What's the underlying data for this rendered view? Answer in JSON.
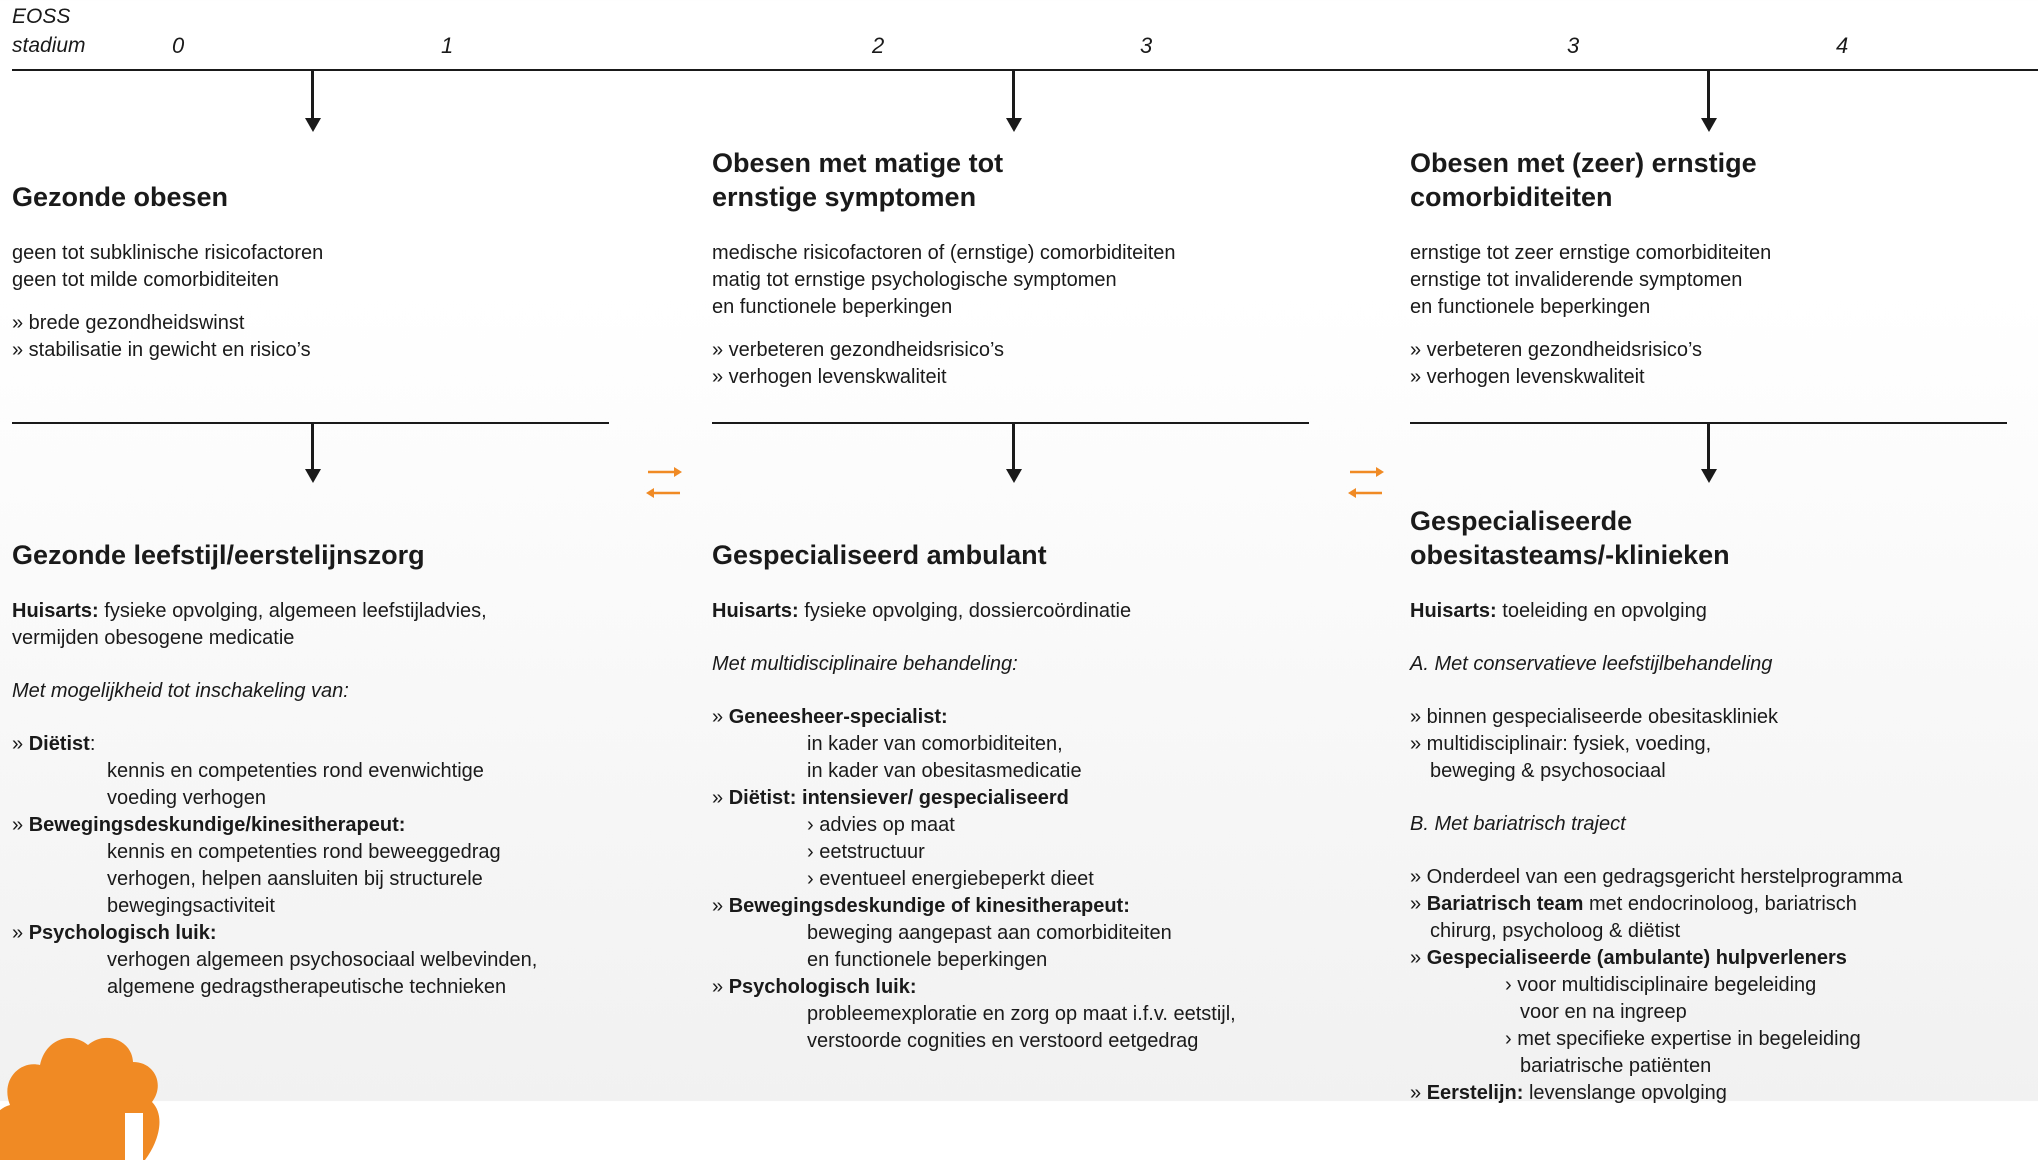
{
  "axis": {
    "label_line1": "EOSS",
    "label_line2": "stadium",
    "stages": [
      "0",
      "1",
      "2",
      "3",
      "3",
      "4"
    ]
  },
  "colors": {
    "accent": "#f08a24",
    "text": "#1a1a1a"
  },
  "icons": [
    "arrow-down-icon",
    "exchange-arrows-icon",
    "logo-shape-icon"
  ],
  "columns": [
    {
      "title": "Gezonde obesen",
      "desc": [
        "geen tot subklinische risicofactoren",
        "geen tot milde comorbiditeiten"
      ],
      "goals": [
        "» brede gezondheidswinst",
        "» stabilisatie in gewicht en risico’s"
      ],
      "care_title": "Gezonde leefstijl/eerstelijnszorg",
      "huisarts_label": "Huisarts:",
      "huisarts_text": " fysieke opvolging, algemeen leefstijladvies,",
      "huisarts_text2": "vermijden obesogene medicatie",
      "intro": "Met mogelijkheid tot inschakeling van:",
      "items": [
        {
          "bullet": "» ",
          "label": "Diëtist",
          "suffix": ":",
          "lines": [
            "kennis en competenties rond evenwichtige",
            "voeding verhogen"
          ]
        },
        {
          "bullet": "» ",
          "label": "Bewegingsdeskundige/kinesitherapeut:",
          "suffix": "",
          "lines": [
            "kennis en competenties rond beweeggedrag",
            "verhogen, helpen aansluiten bij structurele",
            "bewegingsactiviteit"
          ]
        },
        {
          "bullet": "» ",
          "label": "Psychologisch luik:",
          "suffix": "",
          "lines": [
            "verhogen algemeen psychosociaal welbevinden,",
            "algemene gedragstherapeutische technieken"
          ]
        }
      ]
    },
    {
      "title_line1": "Obesen met matige tot",
      "title_line2": "ernstige symptomen",
      "desc": [
        "medische risicofactoren of (ernstige) comorbiditeiten",
        "matig tot ernstige psychologische symptomen",
        "en functionele beperkingen"
      ],
      "goals": [
        "» verbeteren gezondheidsrisico’s",
        "» verhogen levenskwaliteit"
      ],
      "care_title": "Gespecialiseerd ambulant",
      "huisarts_label": "Huisarts:",
      "huisarts_text": " fysieke opvolging, dossiercoördinatie",
      "intro": "Met multidisciplinaire behandeling:",
      "items": [
        {
          "bullet": "» ",
          "label": "Geneesheer-specialist:",
          "lines": [
            "in kader van comorbiditeiten,",
            "in kader van obesitasmedicatie"
          ]
        },
        {
          "bullet": "» ",
          "label": "Diëtist: intensiever/ gespecialiseerd",
          "lines": [
            "› advies op maat",
            "› eetstructuur",
            "› eventueel energiebeperkt dieet"
          ]
        },
        {
          "bullet": "» ",
          "label": "Bewegingsdeskundige of kinesitherapeut:",
          "lines": [
            "beweging aangepast aan comorbiditeiten",
            "en functionele beperkingen"
          ]
        },
        {
          "bullet": "» ",
          "label": "Psychologisch luik:",
          "lines": [
            "probleemexploratie en zorg op maat i.f.v. eetstijl,",
            "verstoorde cognities en verstoord eetgedrag"
          ]
        }
      ]
    },
    {
      "title_line1": "Obesen met (zeer) ernstige",
      "title_line2": "comorbiditeiten",
      "desc": [
        "ernstige tot zeer ernstige comorbiditeiten",
        "ernstige tot invaliderende symptomen",
        "en functionele beperkingen"
      ],
      "goals": [
        "» verbeteren gezondheidsrisico’s",
        "» verhogen levenskwaliteit"
      ],
      "care_title_line1": "Gespecialiseerde",
      "care_title_line2": "obesitasteams/-klinieken",
      "huisarts_label": "Huisarts:",
      "huisarts_text": " toeleiding en opvolging",
      "sectionA": "A. Met conservatieve leefstijlbehandeling",
      "sectionA_lines": [
        "» binnen gespecialiseerde obesitaskliniek",
        "» multidisciplinair: fysiek, voeding,",
        "beweging & psychosociaal"
      ],
      "sectionB": "B. Met bariatrisch traject",
      "b_line1": "» Onderdeel van een gedragsgericht herstelprogramma",
      "b_team_label": "Bariatrisch team",
      "b_team_text": " met endocrinoloog, bariatrisch",
      "b_team_text2": "chirurg, psycholoog & diëtist",
      "b_spec_label": "Gespecialiseerde (ambulante) hulpverleners",
      "b_spec_lines": [
        "› voor multidisciplinaire begeleiding",
        "voor en na ingreep",
        "› met specifieke expertise in begeleiding",
        "bariatrische patiënten"
      ],
      "b_first_label": "Eerstelijn:",
      "b_first_text": " levenslange opvolging",
      "bullet": "» "
    }
  ]
}
